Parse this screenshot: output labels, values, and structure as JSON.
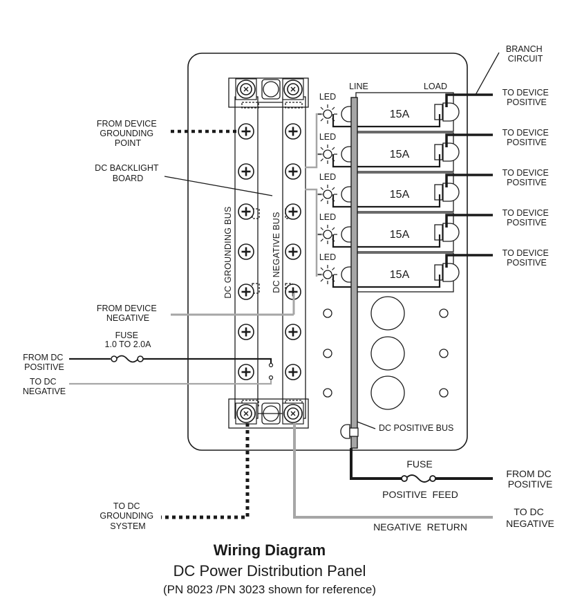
{
  "labels": {
    "branch_circuit": [
      "BRANCH",
      "CIRCUIT"
    ],
    "line": "LINE",
    "load": "LOAD",
    "led": "LED",
    "to_device_positive": [
      "TO DEVICE",
      "POSITIVE"
    ],
    "from_device_grounding": [
      "FROM DEVICE",
      "GROUNDING",
      "POINT"
    ],
    "dc_backlight_board": [
      "DC BACKLIGHT",
      "BOARD"
    ],
    "dc_grounding_bus": "DC GROUNDING BUS",
    "dc_negative_bus": "DC NEGATIVE BUS",
    "from_device_negative": [
      "FROM DEVICE",
      "NEGATIVE"
    ],
    "fuse_small": [
      "FUSE",
      "1.0 TO 2.0A"
    ],
    "from_dc_positive_left": [
      "FROM DC",
      "POSITIVE"
    ],
    "to_dc_negative_left": [
      "TO DC",
      "NEGATIVE"
    ],
    "dc_positive_bus": "DC POSITIVE BUS",
    "fuse": "FUSE",
    "positive_feed": "POSITIVE  FEED",
    "from_dc_positive_right": [
      "FROM DC",
      "POSITIVE"
    ],
    "to_dc_grounding": [
      "TO DC",
      "GROUNDING",
      "SYSTEM"
    ],
    "to_dc_negative_right": [
      "TO DC",
      "NEGATIVE"
    ],
    "negative_return": "NEGATIVE  RETURN"
  },
  "breakers": [
    "15A",
    "15A",
    "15A",
    "15A",
    "15A"
  ],
  "title": {
    "line1": "Wiring Diagram",
    "line2": "DC Power Distribution Panel",
    "line3": "(PN 8023 /PN 3023 shown for reference)"
  },
  "colors": {
    "ink": "#1a1a1a",
    "gray_wire": "#a6a6a6",
    "panel_fill": "#ffffff"
  }
}
